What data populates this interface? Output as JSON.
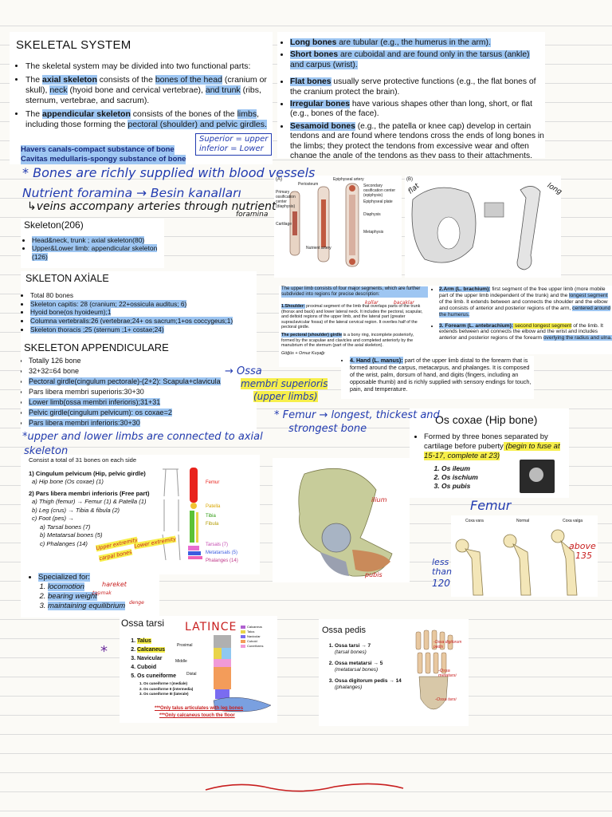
{
  "skeletal": {
    "title": "SKELETAL SYSTEM",
    "intro": "The skeletal system may be divided into two functional parts:",
    "axial_prefix": "The ",
    "axial_term": "axial skeleton",
    "axial_mid": " consists of the ",
    "axial_bones_head": "bones of the head",
    "axial_rest1": " (cranium or skull), ",
    "axial_neck": "neck",
    "axial_rest2": " (hyoid bone and cervical vertebrae), ",
    "axial_trunk": "and trunk",
    "axial_rest3": " (ribs, sternum, vertebrae, and sacrum).",
    "app_prefix": "The ",
    "app_term": "appendicular skeleton",
    "app_mid": " consists of the bones of the ",
    "app_limbs": "limbs",
    "app_rest": ", including those forming the ",
    "app_girdles": "pectoral (shoulder) and pelvic girdles.",
    "havers": "Havers canals-compact substance of  bone",
    "cavitas": "Cavitas medullaris-spongy substance of bone"
  },
  "bone_types": {
    "long_term": "Long bones",
    "long_text": " are tubular (e.g., the humerus in the arm).",
    "short_term": "Short bones",
    "short_text": " are cuboidal and are found only in the tarsus (ankle) and carpus (wrist).",
    "flat_term": "Flat bones",
    "flat_text": " usually serve protective functions (e.g., the flat bones of the cranium protect the brain).",
    "irregular_term": "Irregular bones",
    "irregular_text": " have various shapes other than long, short, or flat (e.g., bones of the face).",
    "sesamoid_term": "Sesamoid bones",
    "sesamoid_text": " (e.g., the patella or knee cap) develop in certain tendons and are found where tendons cross the ends of long bones in the limbs; they protect the tendons from excessive wear and often change the angle of the tendons as they pass to their attachments."
  },
  "handwriting": {
    "sup_inf": "Superior = upper",
    "inf_low": "inferior = Lower",
    "blood": "* Bones are richly supplied with blood vessels",
    "nutrient": "Nutrient foramina → Besin kanalları",
    "veins": "↳veins accompany arteries through nutrient",
    "foramina": "foramina",
    "flat": "flat",
    "long": "long",
    "arms": "kollar",
    "legs": "bacaklar",
    "ossa": "→ Ossa",
    "membri": "membri superioris",
    "upper_limbs": "(upper limbs)",
    "femur_note": "* Femur → longest, thickest and",
    "strongest": "strongest bone",
    "connected": "*upper and lower limbs are connected to axial",
    "skeleton": "skeleton",
    "hareket": "hareket",
    "tasimak": "taşımak",
    "denge": "denge",
    "latince": "LATINCE",
    "femur_big": "Femur",
    "above": "above",
    "above135": "135",
    "less": "less",
    "than": "than",
    "n120": "120",
    "upper_extremity": "Upper extremity",
    "carpal": "carpal bones",
    "lower_leg": "Lower extremity",
    "ilium": "ilium",
    "pubis": "pubis"
  },
  "skeleton206": {
    "title": "Skeleton(206)",
    "item1": "Head&neck, trunk ; axial skeleton(80)",
    "item2": "Upper&Lower limb: appendicular skeleton (126)"
  },
  "axiale": {
    "title": "SKLETON AXİALE",
    "items": [
      "Total 80 bones",
      "Skeleton capitis: 28 (cranium; 22+ossicula auditus; 6)",
      "Hyoid bone(os hyoideum);1",
      "Columna vertebralis:26 (vertebrae;24+ os sacrum;1+os coccygeus;1)",
      "Skeleton thoracis ;25 (sternum ;1+ costae;24)"
    ]
  },
  "appendiculare": {
    "title": "SKELETON APPENDICULARE",
    "items": [
      "Totally 126 bone",
      "32+32=64 bone",
      "Pectoral girdle(cingulum pectorale)-(2+2): Scapula+clavicula",
      "Pars libera membri superioris:30+30",
      "Lower limb(ossa membri inferioris);31+31",
      "Pelvic girdle(cingulum pelvicum): os coxae=2",
      "Pars libera membri inferioris:30+30"
    ]
  },
  "upper_limb": {
    "intro": "The upper limb consists of four major segments, which are further subdivided into regions for precise description:",
    "shoulder_term": "1.Shoulder:",
    "shoulder_text": " proximal segment of the limb that overlaps parts of the trunk (thorax and back) and lower lateral neck. It includes the pectoral, scapular, and deltoid regions of the upper limb, and the lateral part (greater supraclavicular fossa) of the lateral cervical region. It overlies half of the pectoral girdle.",
    "girdle_term": "The pectoral (shoulder) girdle",
    "girdle_text": " is a bony ring, incomplete posteriorly, formed by the scapulae and clavicles and completed anteriorly by the manubrium of the sternum (part of the axial skeleton).",
    "girdle_note": "Göğüs + Omuz Kuşağı",
    "arm_term": "2.Arm (L. brachium):",
    "arm_text1": " first segment of the free upper limb (more mobile part of the upper limb independent of the trunk) and the ",
    "arm_longest": "longest segment",
    "arm_text2": " of the limb. It extends between and connects the shoulder and the elbow and consists of anterior and posterior regions of the arm, ",
    "arm_centered": "centered around the humerus.",
    "forearm_term": "3. Forearm (L. antebrachium):",
    "forearm_second": " second longest segment",
    "forearm_text1": " of the limb. It extends between and connects the elbow and the wrist and includes anterior and posterior regions of the forearm ",
    "forearm_over": "overlying the radius and ulna.",
    "hand_term": "4. Hand (L. manus):",
    "hand_text": " part of the upper limb distal to the forearm that is formed around the carpus, metacarpus, and phalanges. It is composed of the wrist, palm, dorsum of hand, and digits (fingers, including an opposable thumb) and is richly supplied with sensory endings for touch, pain, and temperature."
  },
  "lower_limb": {
    "intro": "Consist a total of 31 bones on each side",
    "h1": "1) Cingulum pelvicum (Hip, pelvic girdle)",
    "h1a": "a)   Hip bone (Os coxae) (1)",
    "h2": "2) Pars libera membri inferioris (Free part)",
    "a": "a)   Thigh (femur) → Femur (1) & Patella (1)",
    "b": "b)   Leg (crus) → Tibia & fibula (2)",
    "c": "c)   Foot (pes) →",
    "ca": "a)    Tarsal bones (7)",
    "cb": "b)    Metatarsal bones (5)",
    "cc": "c)    Phalanges (14)",
    "femur": "Femur",
    "patella": "Patella",
    "tibia": "Tibia",
    "fibula": "Fibula",
    "tarsals": "Tarsals (7)",
    "metatarsals": "Metatarsals (5)",
    "phalanges": "Phalanges (14)",
    "spec": "Specialized for:",
    "s1": "locomotion",
    "s2": "bearing weight",
    "s3": "maintaining equilibrium"
  },
  "os_coxae": {
    "title": "Os coxae (Hip bone)",
    "formed": "Formed by three bones separated by cartilage before puberty",
    "formed_it": " (begin to fuse at 15-17, complete at 23)",
    "items": [
      "Os ileum",
      "Os ischium",
      "Os pubis"
    ]
  },
  "diagram_labels": {
    "epiphyseal_artery": "Epiphyseal artery",
    "secondary_center": "Secondary ossification center (epiphysis)",
    "primary_center": "Primary ossification center (diaphysis)",
    "periosteum": "Periosteum",
    "epiphyseal_plate": "Epiphyseal plate",
    "diaphysis": "Diaphysis",
    "metaphysis": "Metaphysis",
    "nutrient_artery": "Nutrient artery",
    "cartilage": "Cartilage",
    "fig_a": "(A)",
    "fig_b": "(B)"
  },
  "femur_angles": {
    "coxa_vara": "Coxa vara",
    "normal": "Normal",
    "coxa_valga": "Coxa valga"
  },
  "ossa_tarsi": {
    "title": "Ossa tarsi",
    "items": [
      "Talus",
      "Calcaneus",
      "Navicular",
      "Cuboid",
      "Os cuneiforme"
    ],
    "sub": [
      "Os cuneiforme I (mediale)",
      "Os cuneiforme II (intermedia)",
      "Os cuneiforme III (laterale)"
    ],
    "proximal": "Proximal",
    "middle": "Middle",
    "distal": "Distal",
    "legend": [
      "Calcaneus",
      "Talus",
      "Navicular",
      "Cuboid",
      "Cuneiforms"
    ],
    "note1": "***Only talus articulates with leg bones",
    "note2": "***Only calcaneus touch the floor"
  },
  "ossa_pedis": {
    "title": "Ossa pedis",
    "i1": "Ossa tarsi → 7",
    "i1s": "(tarsal bones)",
    "i2": "Ossa metatarsi → 5",
    "i2s": "(metatarsal bones)",
    "i3": "Ossa digitorum pedis → 14",
    "i3s": "(phalanges)",
    "l1": "-Ossa digitorum pedis",
    "l2": "-Ossa metatarsi",
    "l3": "-Ossa tarsi"
  },
  "colors": {
    "highlight_blue": "#9ec6f2",
    "highlight_yellow": "#f7ef4a",
    "ink_blue": "#223bb0",
    "red": "#c81e1e"
  }
}
